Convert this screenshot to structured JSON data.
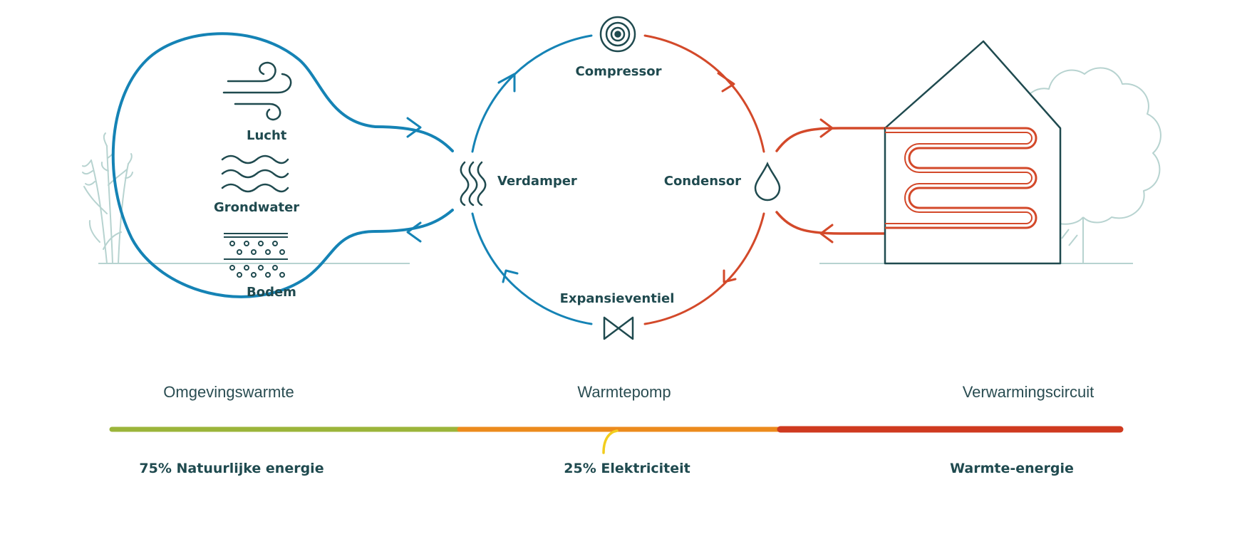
{
  "components": {
    "compressor": "Compressor",
    "evaporator": "Verdamper",
    "condenser": "Condensor",
    "expansion_valve": "Expansieventiel"
  },
  "sources": {
    "air": "Lucht",
    "groundwater": "Grondwater",
    "soil": "Bodem"
  },
  "sections": {
    "ambient": "Omgevingswarmte",
    "heatpump": "Warmtepomp",
    "heating": "Verwarmingscircuit"
  },
  "energy": {
    "natural": "75% Natuurlijke energie",
    "electricity": "25% Elektriciteit",
    "heat": "Warmte-energie"
  },
  "colors": {
    "cold_loop": "#1583b5",
    "hot_loop": "#d3492a",
    "icon": "#1f4a4f",
    "vegetation": "#b7d3d0",
    "bar_green": "#9bb53a",
    "bar_orange": "#ec8b1d",
    "bar_red": "#cf3a1f",
    "bar_yellow": "#f2cd1e"
  }
}
